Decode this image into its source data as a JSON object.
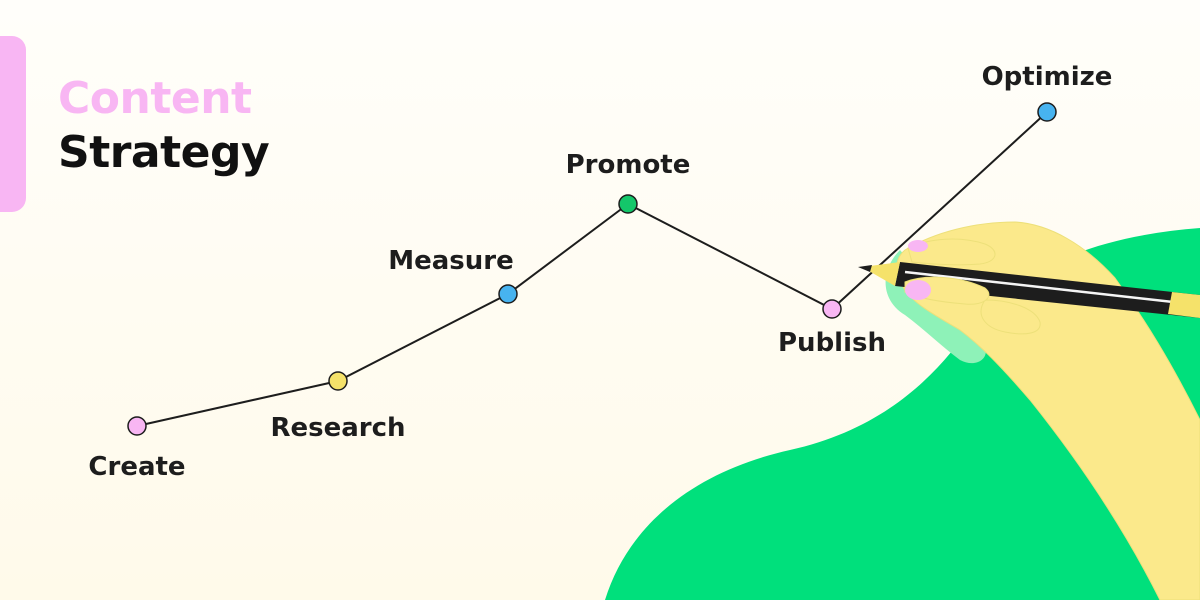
{
  "title": {
    "line1": "Content",
    "line2": "Strategy"
  },
  "steps": [
    {
      "label": "Create",
      "color": "#f8b6f3"
    },
    {
      "label": "Research",
      "color": "#f5e26a"
    },
    {
      "label": "Measure",
      "color": "#47b3f0"
    },
    {
      "label": "Promote",
      "color": "#14c76a"
    },
    {
      "label": "Publish",
      "color": "#f8b6f3"
    },
    {
      "label": "Optimize",
      "color": "#47b3f0"
    }
  ],
  "colors": {
    "accent_pink": "#f8b6f3",
    "blob_green": "#00e07c",
    "hand_yellow": "#fbe98b",
    "line": "#1d1d1d"
  }
}
